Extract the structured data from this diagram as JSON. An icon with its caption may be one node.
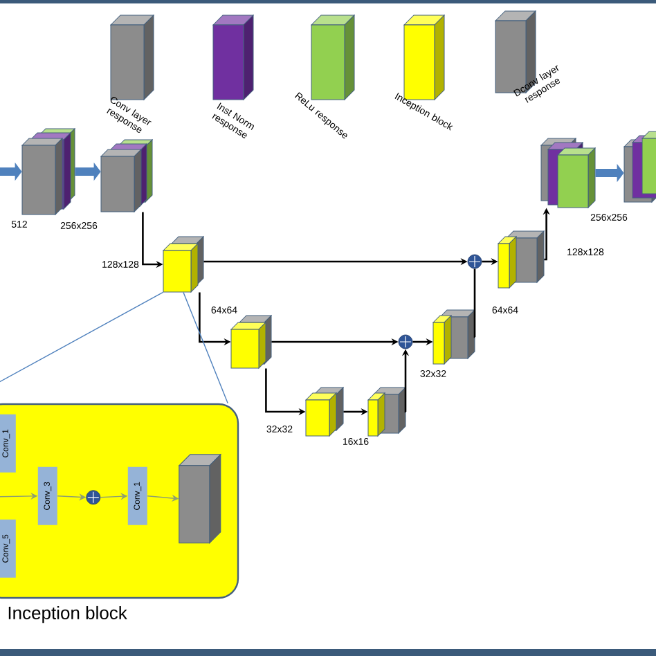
{
  "diagram": {
    "nodes": [
      {
        "text": [],
        "shape": "box",
        "beside": [
          "512"
        ]
      },
      {
        "text": [],
        "shape": "box",
        "beside": [
          "256x256"
        ]
      },
      {
        "text": [],
        "shape": "box",
        "beside": [
          "128x128"
        ]
      },
      {
        "text": [],
        "shape": "box",
        "beside": [
          "64x64"
        ]
      },
      {
        "text": [],
        "shape": "box",
        "beside": [
          "32x32"
        ]
      },
      {
        "text": [],
        "shape": "box",
        "beside": [
          "16x16"
        ]
      },
      {
        "text": [],
        "shape": "circle"
      },
      {
        "text": [],
        "shape": "box",
        "beside": [
          "32x32"
        ]
      },
      {
        "text": [],
        "shape": "circle"
      },
      {
        "text": [],
        "shape": "box",
        "beside": [
          "128x128"
        ]
      },
      {
        "text": [],
        "shape": "box",
        "beside": [
          "256x256"
        ]
      },
      {
        "text": [],
        "shape": "box"
      },
      {
        "text": [
          "Inception block"
        ]
      },
      {
        "text": [
          "Conv_1"
        ],
        "in": 12
      },
      {
        "text": [
          "Conv_3"
        ],
        "in": 12
      },
      {
        "text": [],
        "shape": "circle",
        "in": 12
      },
      {
        "text": [
          "Conv_1"
        ],
        "in": 12
      },
      {
        "text": [],
        "shape": "box",
        "in": 12
      },
      {
        "text": [
          "Conv_5"
        ],
        "in": 12
      }
    ],
    "edges": [
      {
        "from": null,
        "to": 0,
        "arrow": "to",
        "style": "thick",
        "color": "#4f81bd"
      },
      {
        "from": 0,
        "to": 1,
        "arrow": "to",
        "style": "thick",
        "color": "#4f81bd"
      },
      {
        "from": 1,
        "to": 2,
        "arrow": "to"
      },
      {
        "from": 2,
        "to": 8,
        "arrow": "to"
      },
      {
        "from": 2,
        "to": 3,
        "arrow": "to"
      },
      {
        "from": 3,
        "to": 6,
        "arrow": "to"
      },
      {
        "from": 3,
        "to": 4,
        "arrow": "to"
      },
      {
        "from": 4,
        "to": 5,
        "arrow": "to"
      },
      {
        "from": 5,
        "to": 6,
        "arrow": "to"
      },
      {
        "from": 6,
        "to": 7,
        "arrow": "to"
      },
      {
        "from": 7,
        "to": 8,
        "arrow": "none",
        "label": "64x64"
      },
      {
        "from": 8,
        "to": 9,
        "arrow": "to"
      },
      {
        "from": 9,
        "to": 10,
        "arrow": "to"
      },
      {
        "from": 10,
        "to": 11,
        "arrow": "to",
        "style": "thick",
        "color": "#4f81bd"
      },
      {
        "from": 2,
        "to": 12,
        "arrow": "none",
        "color": "#4f81bd"
      },
      {
        "from": 2,
        "to": null,
        "arrow": "none",
        "color": "#4f81bd"
      },
      {
        "from": null,
        "to": 14,
        "arrow": "to",
        "color": "#8fa070"
      },
      {
        "from": 14,
        "to": 15,
        "arrow": "to",
        "color": "#8fa070"
      },
      {
        "from": 15,
        "to": 16,
        "arrow": "to",
        "color": "#8fa070"
      },
      {
        "from": 16,
        "to": 17,
        "arrow": "to",
        "color": "#8fa070"
      }
    ],
    "legend": [
      {
        "text": "Conv layer response",
        "color": "#8c8c8c"
      },
      {
        "text": "Inst Norm response",
        "color": "#7030a0"
      },
      {
        "text": "ReLu response",
        "color": "#92d050"
      },
      {
        "text": "Inception block",
        "color": "#ffff00"
      },
      {
        "text": "Dconv layer response",
        "color": "#8c8c8c"
      }
    ]
  }
}
